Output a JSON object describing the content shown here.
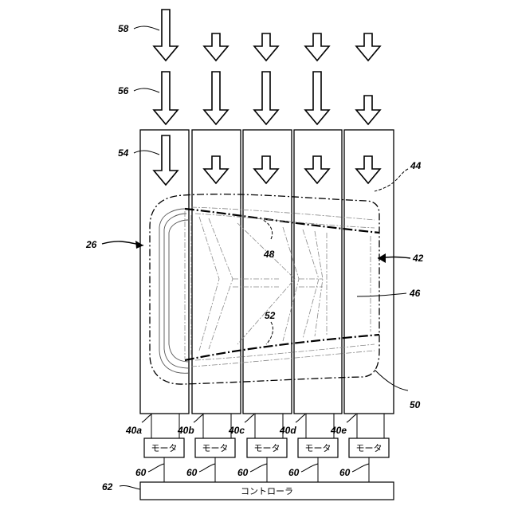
{
  "labels": {
    "r58": "58",
    "r56": "56",
    "r54": "54",
    "r26": "26",
    "r44": "44",
    "r42": "42",
    "r48": "48",
    "r46": "46",
    "r52": "52",
    "r50": "50",
    "r62": "62",
    "r40a": "40a",
    "r40b": "40b",
    "r40c": "40c",
    "r40d": "40d",
    "r40e": "40e",
    "r60a": "60",
    "r60b": "60",
    "r60c": "60",
    "r60d": "60",
    "r60e": "60"
  },
  "motors": [
    "モータ",
    "モータ",
    "モータ",
    "モータ",
    "モータ"
  ],
  "controller": "コントローラ"
}
